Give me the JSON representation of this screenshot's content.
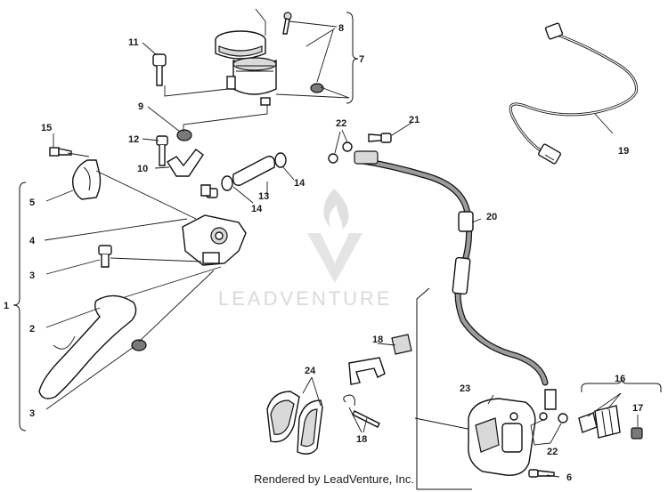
{
  "watermark": {
    "brand": "LEADVENTURE"
  },
  "footer": {
    "rendered_by": "Rendered by LeadVenture, Inc."
  },
  "callouts": {
    "c1": "1",
    "c2": "2",
    "c3a": "3",
    "c3b": "3",
    "c4": "4",
    "c5": "5",
    "c6": "6",
    "c7": "7",
    "c8": "8",
    "c9": "9",
    "c10": "10",
    "c11": "11",
    "c12": "12",
    "c13": "13",
    "c14a": "14",
    "c14b": "14",
    "c15": "15",
    "c16": "16",
    "c17": "17",
    "c18a": "18",
    "c18b": "18",
    "c19": "19",
    "c20": "20",
    "c21": "21",
    "c22a": "22",
    "c22b": "22",
    "c23": "23",
    "c24": "24"
  }
}
